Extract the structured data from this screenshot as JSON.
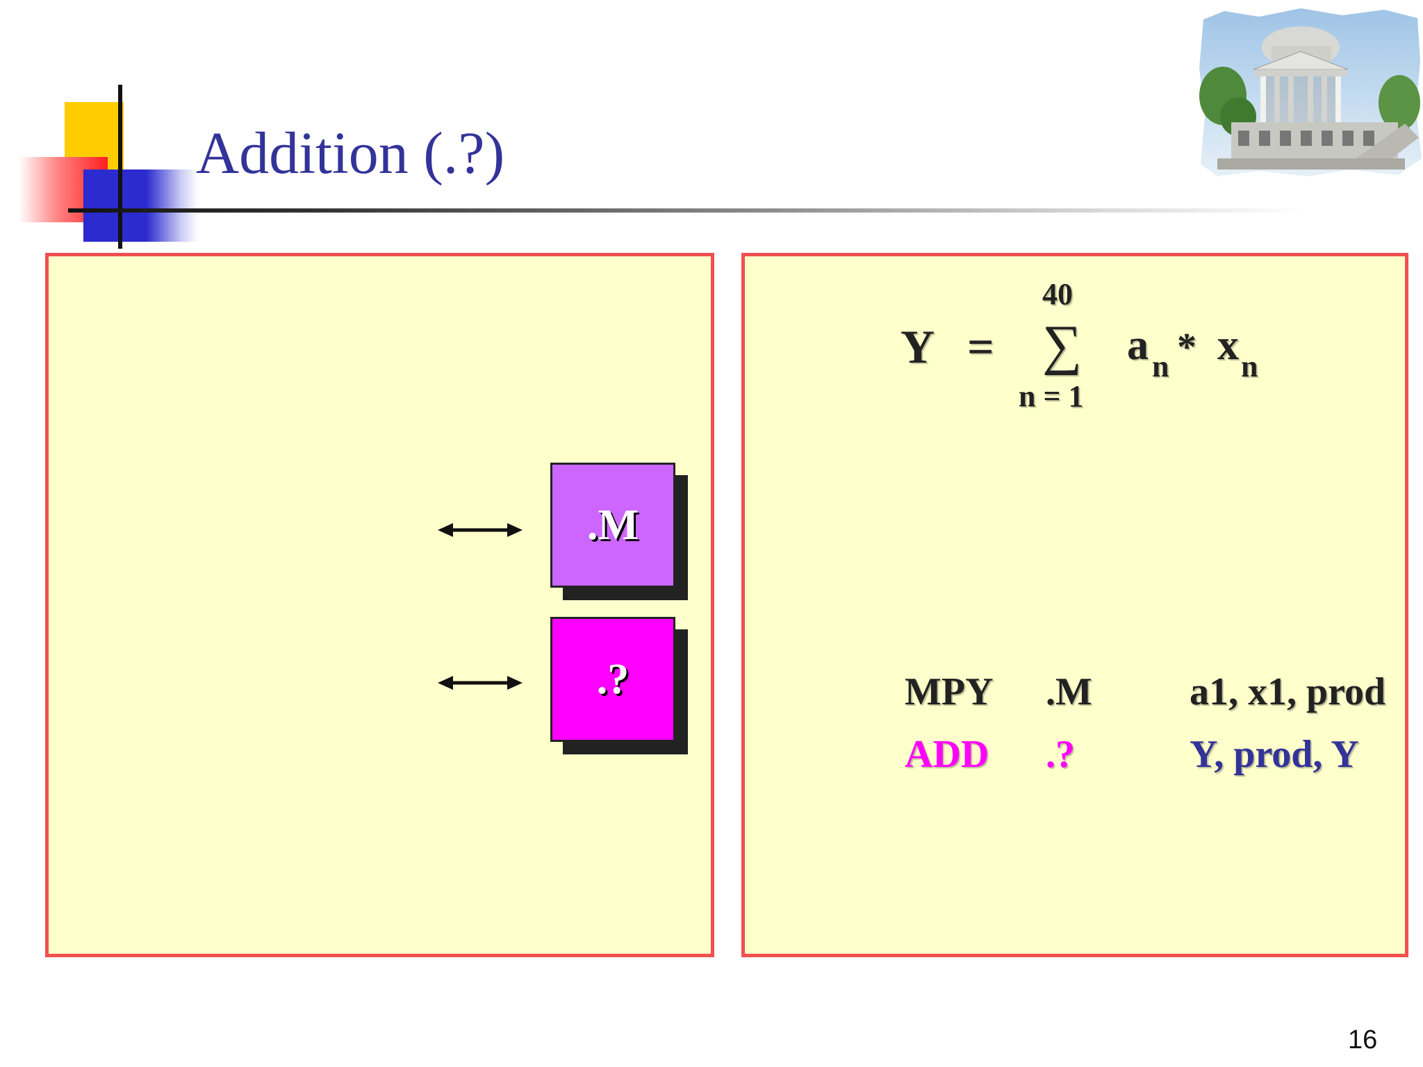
{
  "slide": {
    "title": "Addition (.?)",
    "page_number": "16"
  },
  "formula": {
    "upper_limit": "40",
    "lhs": "Y",
    "equals": "=",
    "sigma": "∑",
    "term_a": "a",
    "term_a_sub": "n",
    "times": "*",
    "term_x": "x",
    "term_x_sub": "n",
    "lower_limit": "n  =  1"
  },
  "units": {
    "multiplier_label": ".M",
    "adder_label": ".?"
  },
  "instructions": [
    {
      "op": "MPY",
      "unit": ".M",
      "operands": "a1, x1, prod"
    },
    {
      "op": "ADD",
      "unit": ".?",
      "operands": "Y, prod, Y"
    }
  ],
  "colors": {
    "title": "#333399",
    "panel_fill": "#ffffcc",
    "panel_border": "#f05050",
    "multiplier_box": "#cc66ff",
    "adder_box": "#ff00ff",
    "add_op": "#ff00ff",
    "add_operands": "#333399"
  }
}
